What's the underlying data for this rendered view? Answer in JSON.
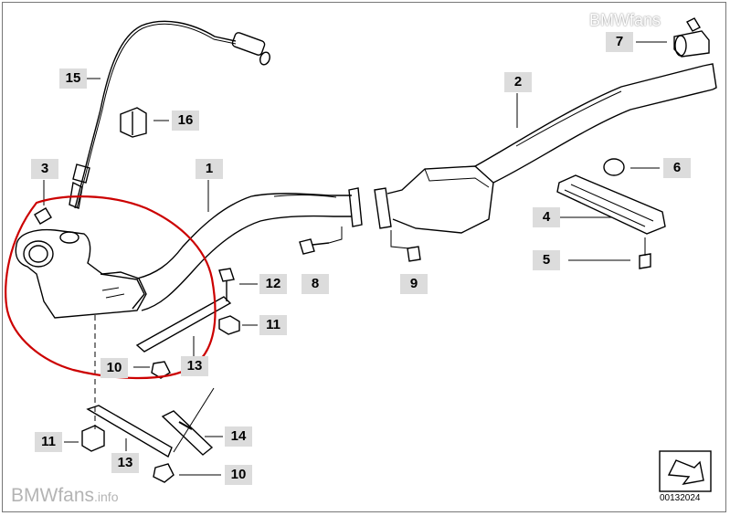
{
  "watermark_top": "BMWfans",
  "watermark_bottom": {
    "brand": "BMWfans",
    "suffix": ".info"
  },
  "document_number": "00132024",
  "callouts": {
    "c1": "1",
    "c2": "2",
    "c3": "3",
    "c4": "4",
    "c5": "5",
    "c6": "6",
    "c7": "7",
    "c8": "8",
    "c9": "9",
    "c10a": "10",
    "c10b": "10",
    "c11a": "11",
    "c11b": "11",
    "c12": "12",
    "c13a": "13",
    "c13b": "13",
    "c14": "14",
    "c15": "15",
    "c16": "16"
  },
  "colors": {
    "callout_bg": "#dcdcdc",
    "line": "#000000",
    "highlight": "#cc0000"
  },
  "icons": {
    "nav_arrow": "arrow-down-right-icon"
  }
}
